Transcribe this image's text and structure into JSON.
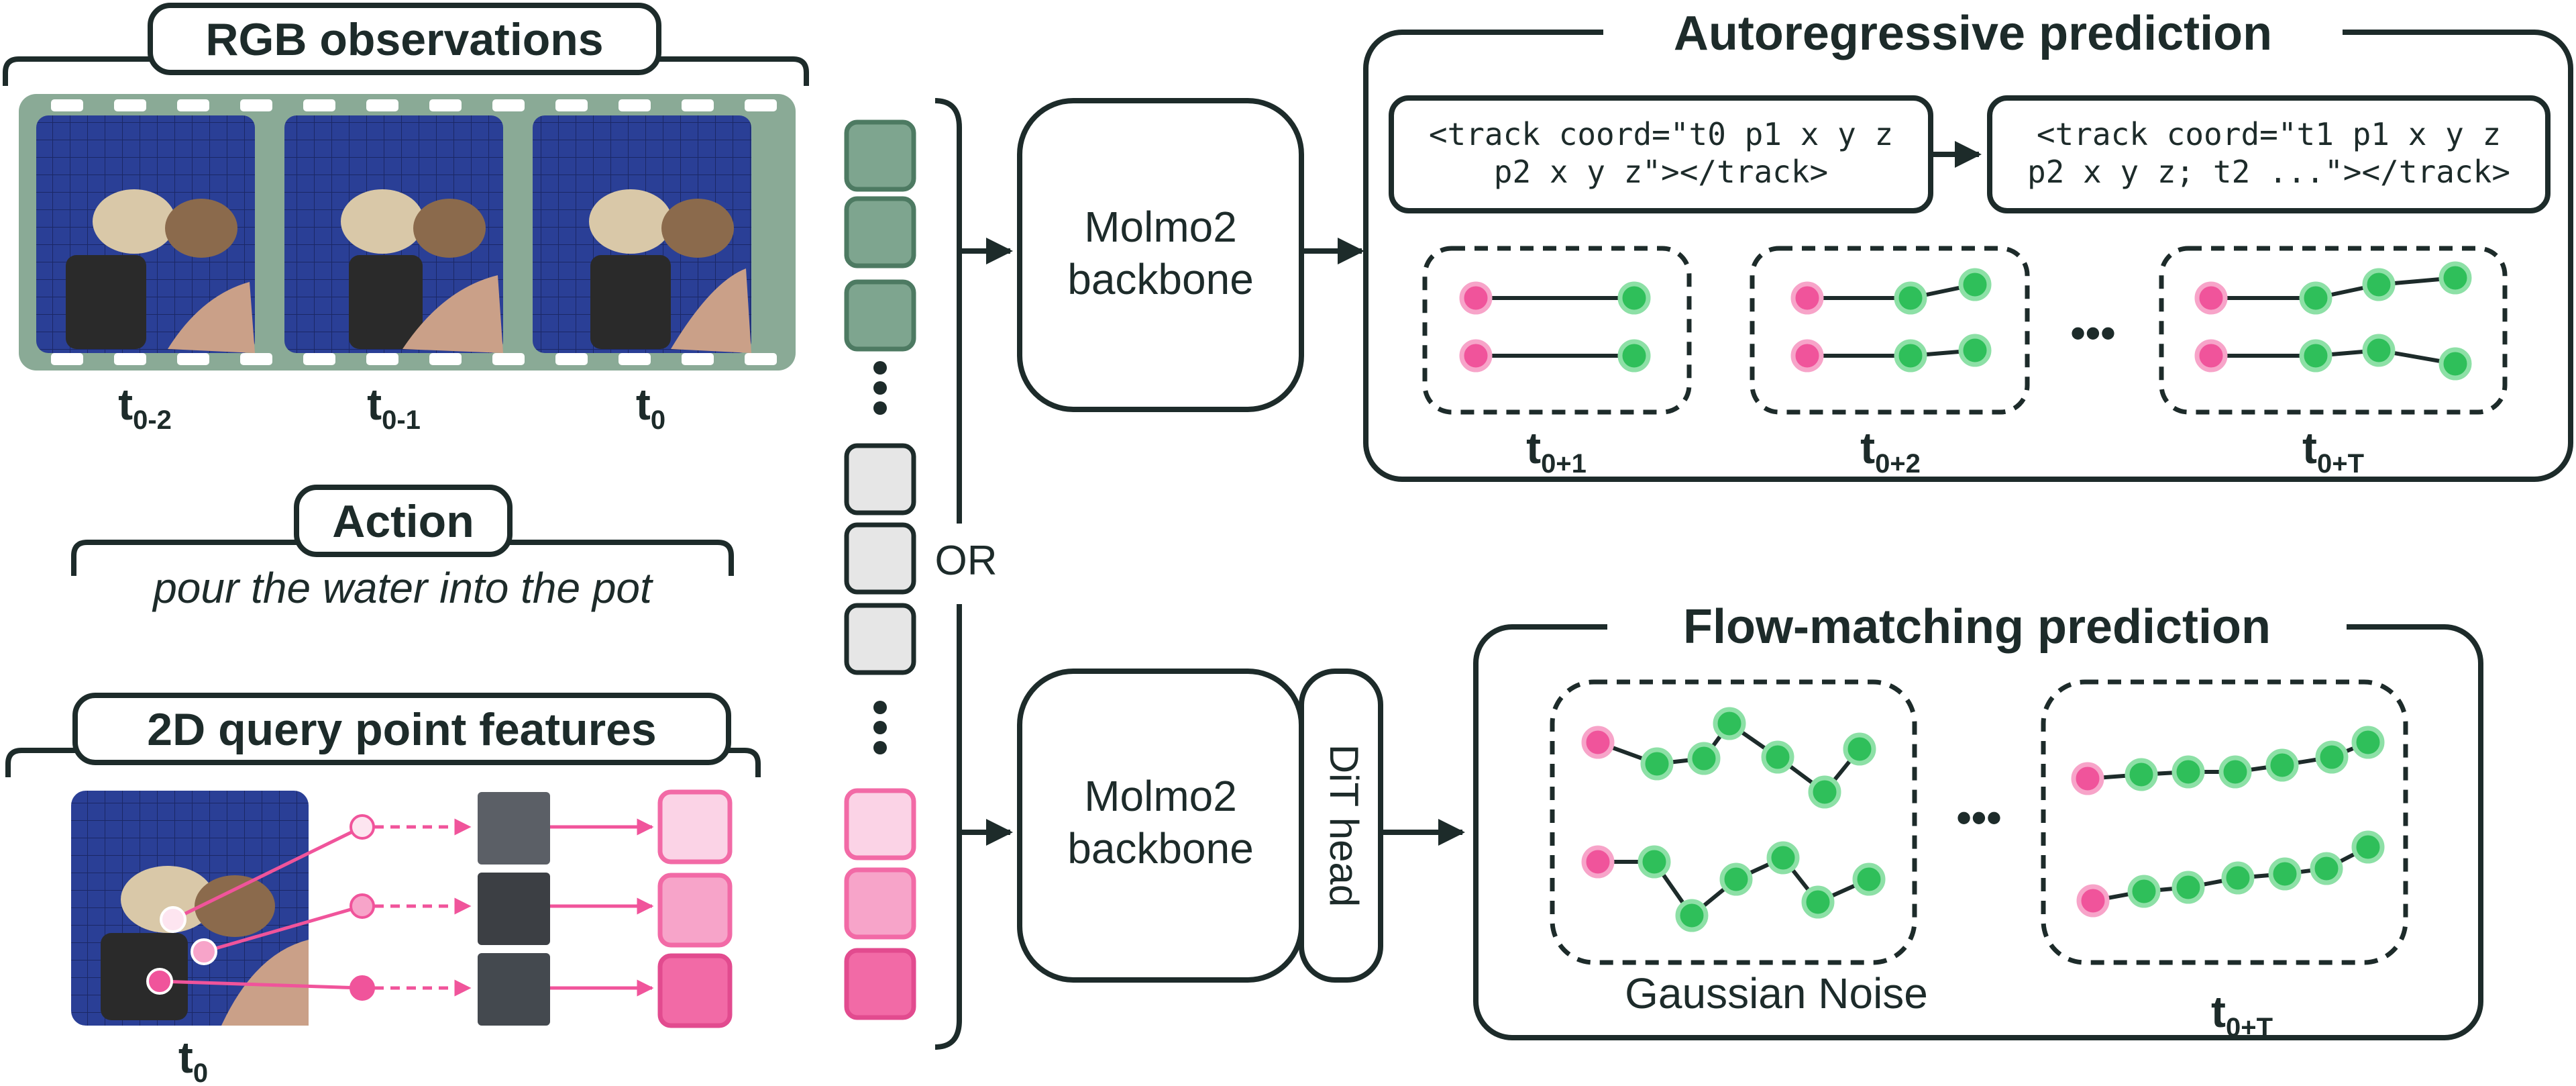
{
  "colors": {
    "ink": "#1d2b2a",
    "film": "#8aaa96",
    "token_green": "#7ea58f",
    "token_gray": "#e6e6e6",
    "pink_dark": "#f26aa6",
    "pink_mid": "#f7a4c9",
    "pink_light": "#fbd3e6",
    "point_pink": "#f0549b",
    "point_green": "#2fbf5a"
  },
  "observations": {
    "title": "RGB observations",
    "frames": [
      {
        "t": "t",
        "sub": "0-2"
      },
      {
        "t": "t",
        "sub": "0-1"
      },
      {
        "t": "t",
        "sub": "0"
      }
    ]
  },
  "action": {
    "title": "Action",
    "text": "pour the water into the pot"
  },
  "query": {
    "title": "2D query point features",
    "t": "t",
    "sub": "0"
  },
  "tokens": {
    "or_label": "OR"
  },
  "backbone": {
    "top_label": "Molmo2 backbone",
    "bottom_label": "Molmo2 backbone",
    "dit_label": "DiT head"
  },
  "autoregressive": {
    "title": "Autoregressive prediction",
    "code1_line1": "<track coord=\"t0 p1 x y z",
    "code1_line2": "p2 x y z\"></track>",
    "code2_line1": "<track coord=\"t1 p1 x y z",
    "code2_line2": "p2 x y z; t2 ...\"></track>",
    "steps": [
      {
        "t": "t",
        "sub": "0+1"
      },
      {
        "t": "t",
        "sub": "0+2"
      },
      {
        "t": "t",
        "sub": "0+T"
      }
    ],
    "ellipsis": "•••"
  },
  "flow": {
    "title": "Flow-matching prediction",
    "noise_label": "Gaussian Noise",
    "t": "t",
    "sub": "0+T",
    "ellipsis": "•••"
  }
}
